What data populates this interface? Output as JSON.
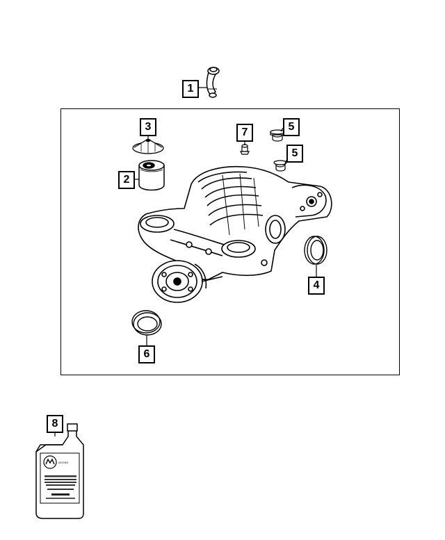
{
  "callouts": {
    "c1": "1",
    "c2": "2",
    "c3": "3",
    "c4": "4",
    "c5a": "5",
    "c5b": "5",
    "c6": "6",
    "c7": "7",
    "c8": "8"
  },
  "bottle": {
    "brand": "MOPAR"
  }
}
